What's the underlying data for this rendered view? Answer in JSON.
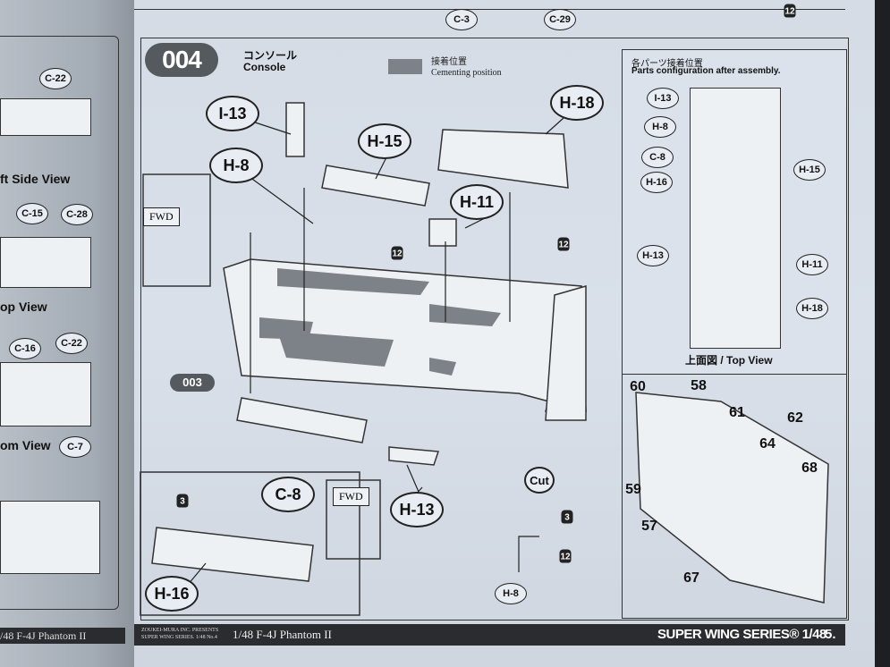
{
  "step": {
    "number": "004",
    "title_jp": "コンソール",
    "title_en": "Console"
  },
  "legend": {
    "label_jp": "接着位置",
    "label_en": "Cementing position"
  },
  "main_callouts": [
    "I-13",
    "H-8",
    "H-15",
    "H-18",
    "H-11",
    "H-13",
    "C-8",
    "H-16",
    "Cut",
    "H-8"
  ],
  "subassembly_badge": "003",
  "paint_marks": [
    "12",
    "12",
    "3",
    "3",
    "12"
  ],
  "fwd_label": "FWD",
  "parts_config": {
    "title_jp": "各パーツ接着位置",
    "title_en": "Parts configuration after assembly.",
    "callouts": [
      "I-13",
      "H-8",
      "C-8",
      "H-16",
      "H-15",
      "H-13",
      "H-11",
      "H-18"
    ],
    "view_label": "上面図 / Top View"
  },
  "detail_numbers": [
    "60",
    "58",
    "61",
    "62",
    "64",
    "68",
    "59",
    "57",
    "67"
  ],
  "top_strip": {
    "callouts": [
      "C-3",
      "C-29"
    ],
    "paint": "12"
  },
  "left_page": {
    "callouts": [
      "C-22",
      "C-15",
      "C-28",
      "C-16",
      "C-22",
      "C-7"
    ],
    "views": [
      "ft Side View",
      "op View",
      "om View"
    ],
    "footer": "/48  F-4J Phantom II"
  },
  "footer": {
    "publisher_line1": "ZOUKEI-MURA INC. PRESENTS",
    "publisher_line2": "SUPER WING SERIES. 1/48 No.4",
    "model": "1/48  F-4J Phantom II",
    "series": "SUPER WING SERIES® 1/48",
    "page": "5."
  }
}
